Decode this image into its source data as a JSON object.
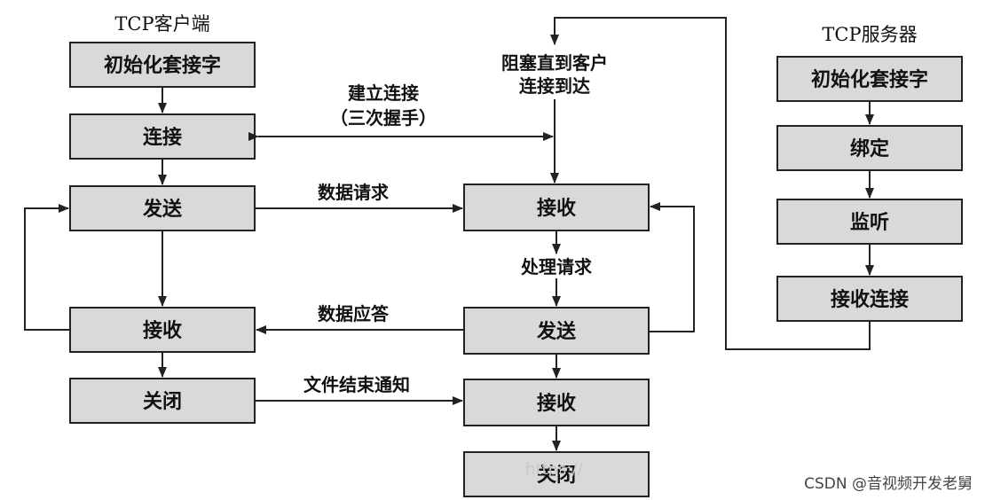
{
  "client": {
    "title": "TCP客户端",
    "init": "初始化套接字",
    "connect": "连接",
    "send": "发送",
    "recv": "接收",
    "close": "关闭"
  },
  "server": {
    "title": "TCP服务器",
    "init": "初始化套接字",
    "bind": "绑定",
    "listen": "监听",
    "accept": "接收连接",
    "block_line1": "阻塞直到客户",
    "block_line2": "连接到达",
    "recv": "接收",
    "process": "处理请求",
    "send": "发送",
    "recv2": "接收",
    "close": "关闭"
  },
  "links": {
    "establish": "建立连接",
    "handshake": "（三次握手）",
    "request": "数据请求",
    "response": "数据应答",
    "eof": "文件结束通知"
  },
  "watermark": "CSDN @音视频开发老舅",
  "ghost_text": "https://"
}
